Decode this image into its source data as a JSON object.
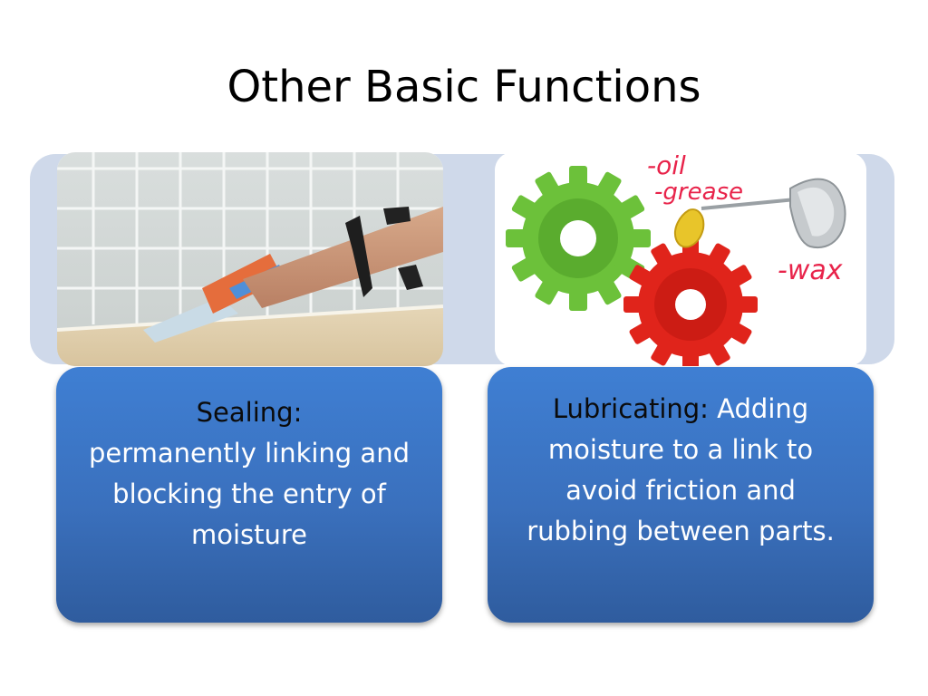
{
  "slide": {
    "title": "Other Basic Functions"
  },
  "cards": {
    "sealing": {
      "term": "Sealing:",
      "definition": "permanently linking and blocking the entry of moisture"
    },
    "lubricating": {
      "term": "Lubricating:",
      "definition": "Adding moisture to a link to avoid friction and rubbing between parts."
    }
  },
  "annotations": {
    "oil": "-oil",
    "grease": "-grease",
    "wax": "-wax"
  },
  "colors": {
    "band": "#cfd9ea",
    "card_top": "#3f7fd3",
    "card_bottom": "#2f5c9e",
    "annotation": "#e8234a",
    "gear_green": "#6cc13a",
    "gear_red": "#e0241b"
  }
}
